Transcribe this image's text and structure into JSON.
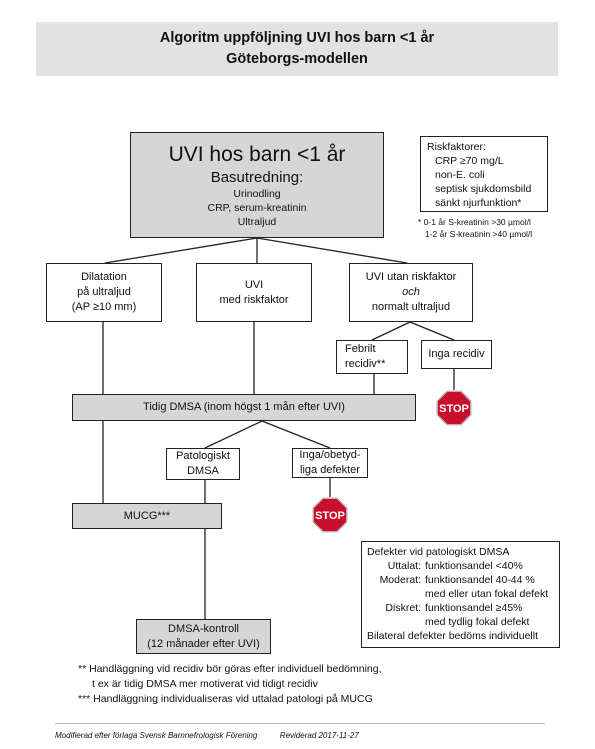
{
  "title": {
    "line1": "Algoritm uppföljning UVI hos barn <1 år",
    "line2": "Göteborgs-modellen"
  },
  "main": {
    "heading": "UVI hos barn <1 år",
    "subheading": "Basutredning:",
    "items": [
      "Urinodling",
      "CRP, serum-kreatinin",
      "Ultraljud"
    ]
  },
  "risk": {
    "heading": "Riskfaktorer:",
    "items": [
      "CRP ≥70 mg/L",
      "non-E. coli",
      "septisk sjukdomsbild",
      "sänkt njurfunktion*"
    ],
    "footnote1": "* 0-1 år S-kreatinin >30 µmol/l",
    "footnote2": "1-2 år S-kreatinin >40 µmol/l"
  },
  "branches": {
    "dilatation": [
      "Dilatation",
      "på ultraljud",
      "(AP ≥10 mm)"
    ],
    "uvi_risk": [
      "UVI",
      "med riskfaktor"
    ],
    "uvi_no_risk_line1": "UVI utan riskfaktor",
    "uvi_no_risk_och": "och",
    "uvi_no_risk_line3": "normalt ultraljud"
  },
  "febrilt": [
    "Febrilt",
    "recidiv**"
  ],
  "inga_recidiv": "Inga recidiv",
  "stop_label": "STOP",
  "dmsa_early": "Tidig DMSA (inom högst 1 mån efter UVI)",
  "patologiskt": [
    "Patologiskt",
    "DMSA"
  ],
  "inga_defekter": [
    "Inga/obetyd-",
    "liga defekter"
  ],
  "mucg": "MUCG***",
  "dmsa_kontroll": [
    "DMSA-kontroll",
    "(12 månader efter UVI)"
  ],
  "defects": {
    "heading": "Defekter vid patologiskt DMSA",
    "rows": [
      {
        "label": "Uttalat:",
        "text": "funktionsandel <40%"
      },
      {
        "label": "Moderat:",
        "text": "funktionsandel 40-44 %"
      },
      {
        "label": "",
        "text": "med eller utan fokal defekt"
      },
      {
        "label": "Diskret:",
        "text": "funktionsandel ≥45%"
      },
      {
        "label": "",
        "text": "med tydlig fokal defekt"
      }
    ],
    "bilateral": "Bilateral defekter bedöms individuellt"
  },
  "footnotes": {
    "line1": "** Handläggning vid recidiv bör göras efter individuell bedömning,",
    "line2": "t ex är tidig DMSA mer motiverat vid tidigt recidiv",
    "line3": "*** Handläggning individualiseras vid uttalad patologi på MUCG"
  },
  "footer": {
    "left": "Modifierad efter förlaga Svensk Barnnefrologisk Förening",
    "right": "Reviderad 2017-11-27"
  },
  "colors": {
    "stop_red": "#c8102e",
    "box_gray": "#d6d6d6",
    "title_gray": "#e2e2e2"
  }
}
